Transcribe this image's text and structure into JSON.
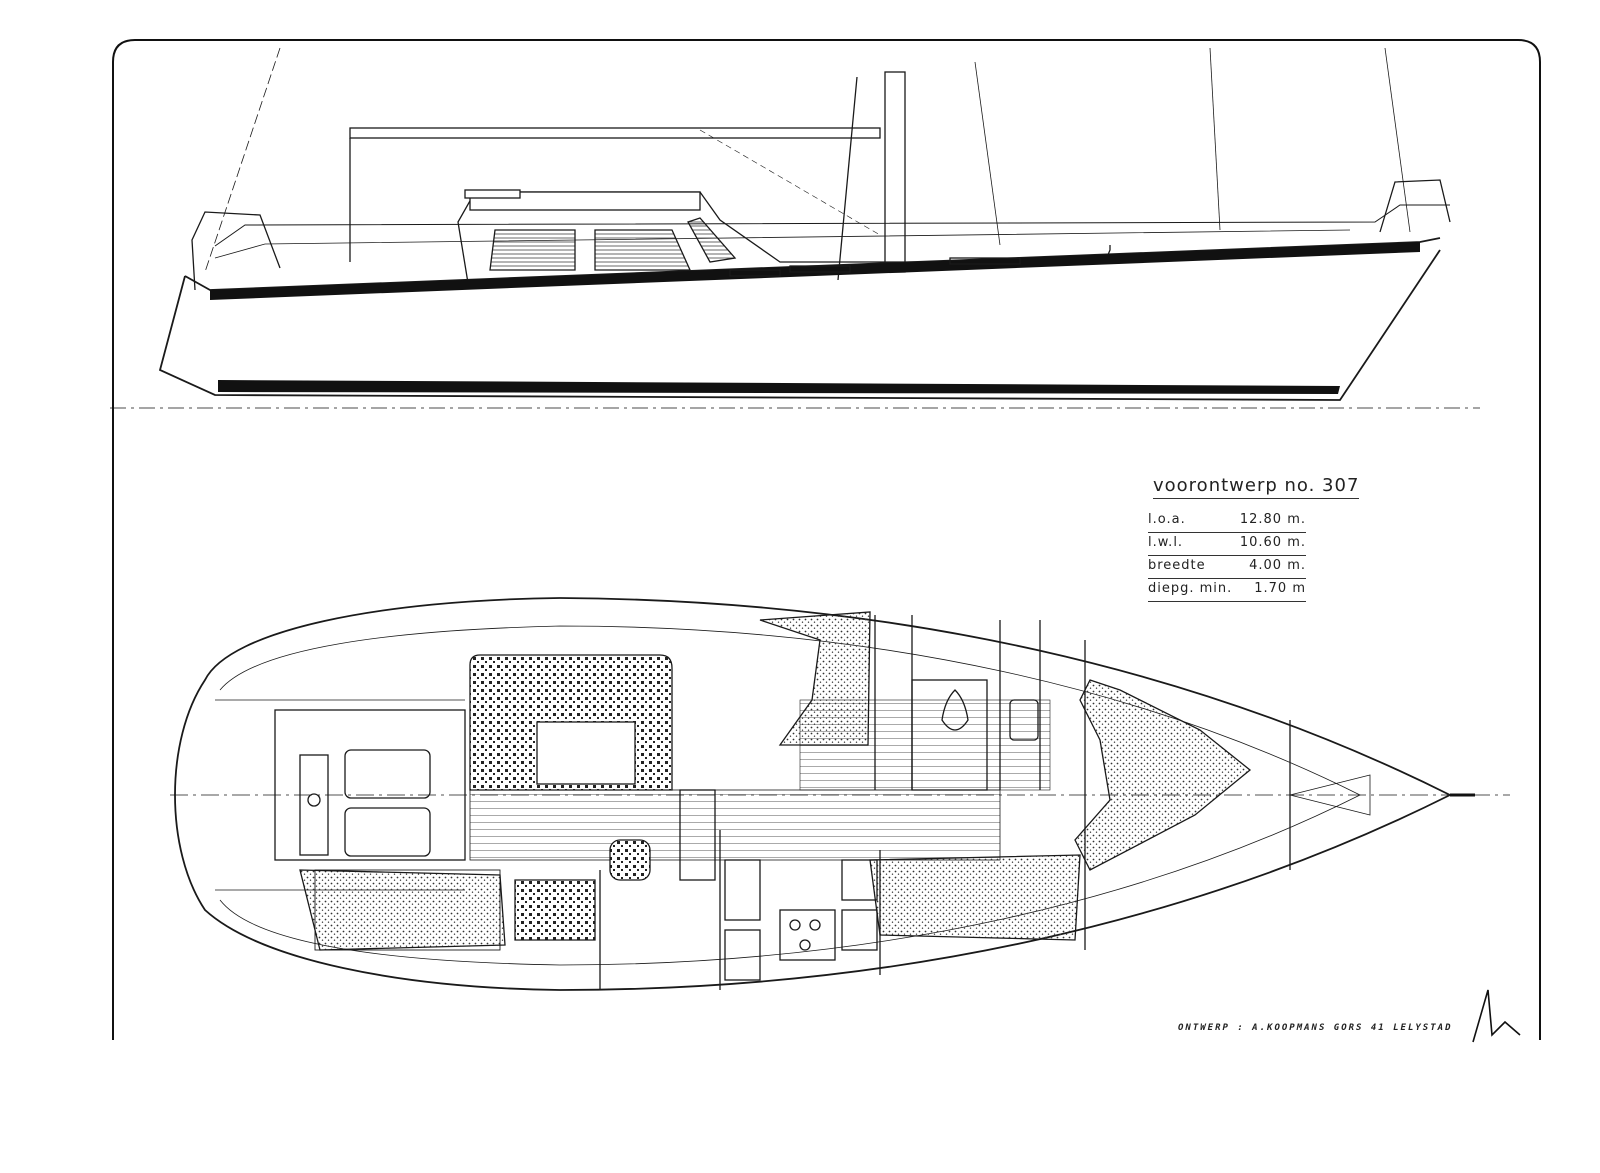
{
  "design": {
    "title": "voorontwerp  no. 307",
    "specs": [
      {
        "label": "l.o.a.",
        "value": "12.80 m."
      },
      {
        "label": "l.w.l.",
        "value": "10.60 m."
      },
      {
        "label": "breedte",
        "value": "4.00 m."
      },
      {
        "label": "diepg.  min.",
        "value": "1.70 m"
      }
    ]
  },
  "footer": {
    "designer": "ONTWERP : A.KOOPMANS  GORS 41  LELYSTAD"
  },
  "colors": {
    "ink": "#1a1a1a",
    "paper": "#ffffff",
    "stipple": "#333333"
  }
}
